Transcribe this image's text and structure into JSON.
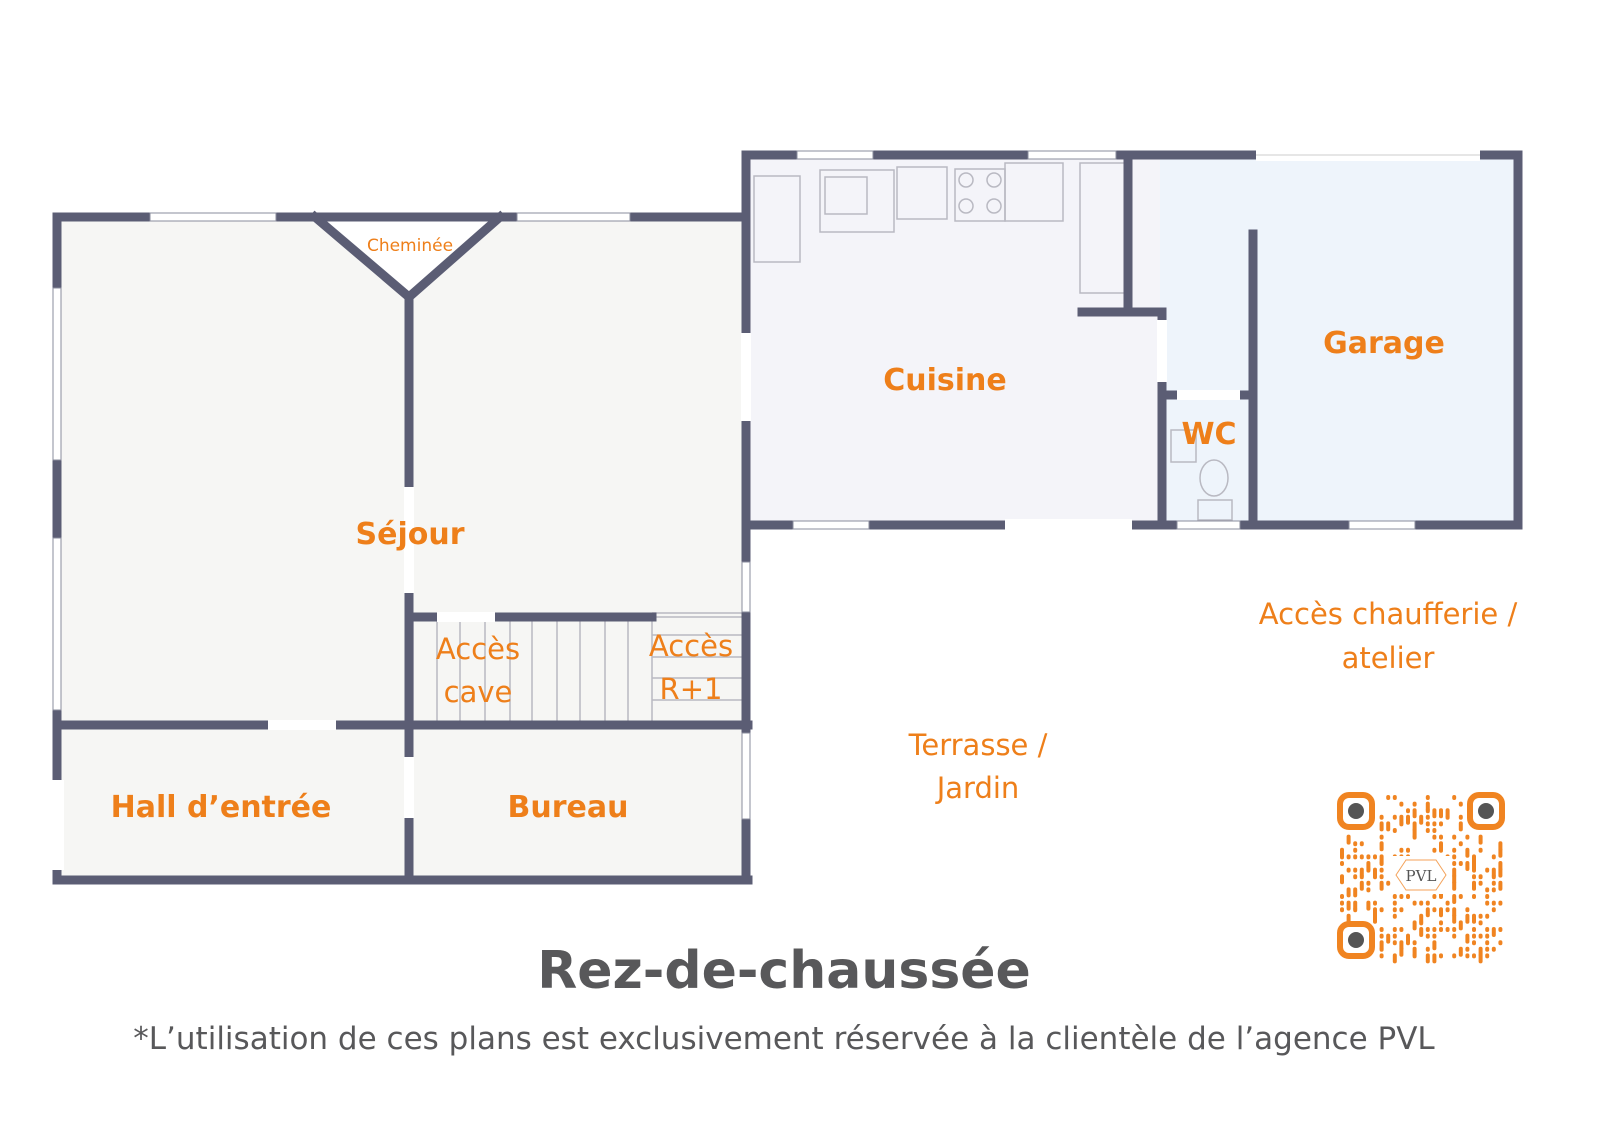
{
  "plan": {
    "rooms": {
      "sejour": "Séjour",
      "cheminee": "Cheminée",
      "cuisine": "Cuisine",
      "wc": "WC",
      "garage": "Garage",
      "hall": "Hall d’entrée",
      "bureau": "Bureau",
      "acces_cave_1": "Accès",
      "acces_cave_2": "cave",
      "acces_r1_1": "Accès",
      "acces_r1_2": "R+1",
      "terrasse_1": "Terrasse /",
      "terrasse_2": "Jardin",
      "chaufferie_1": "Accès chaufferie /",
      "chaufferie_2": "atelier"
    },
    "colors": {
      "wall": "#5b5d74",
      "accent": "#ee7f1a",
      "floor": "#f6f6f4",
      "kitchen": "#f4f4f9",
      "garage": "#eef4fb"
    }
  },
  "title": "Rez-de-chaussée",
  "footer": "*L’utilisation de ces plans est exclusivement réservée à la clientèle de l’agence PVL",
  "qr": {
    "logo": "PVL"
  }
}
